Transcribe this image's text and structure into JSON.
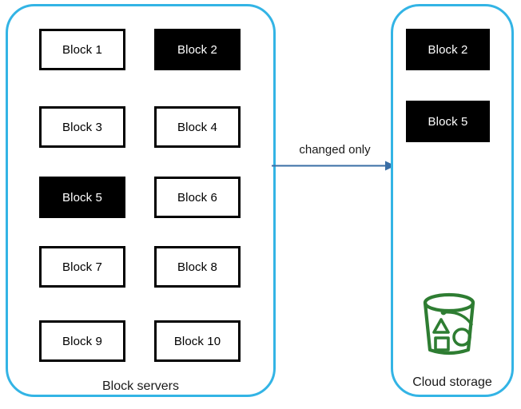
{
  "diagram": {
    "title_hidden": "",
    "colors": {
      "panel_border": "#33b4e5",
      "arrow": "#3a6ea5",
      "block_fill_light": "#ffffff",
      "block_fill_dark": "#000000",
      "bucket_green": "#2e7d32",
      "text": "#1a1a1a"
    }
  },
  "left_panel": {
    "caption": "Block servers",
    "blocks": [
      {
        "label": "Block 1",
        "state": "unchanged"
      },
      {
        "label": "Block 2",
        "state": "changed"
      },
      {
        "label": "Block 3",
        "state": "unchanged"
      },
      {
        "label": "Block 4",
        "state": "unchanged"
      },
      {
        "label": "Block 5",
        "state": "changed"
      },
      {
        "label": "Block 6",
        "state": "unchanged"
      },
      {
        "label": "Block 7",
        "state": "unchanged"
      },
      {
        "label": "Block 8",
        "state": "unchanged"
      },
      {
        "label": "Block 9",
        "state": "unchanged"
      },
      {
        "label": "Block 10",
        "state": "unchanged"
      }
    ]
  },
  "arrow": {
    "label": "changed only",
    "direction": "right"
  },
  "right_panel": {
    "caption": "Cloud storage",
    "icon": "cloud-storage-bucket-icon",
    "blocks": [
      {
        "label": "Block 2",
        "state": "changed"
      },
      {
        "label": "Block 5",
        "state": "changed"
      }
    ]
  }
}
